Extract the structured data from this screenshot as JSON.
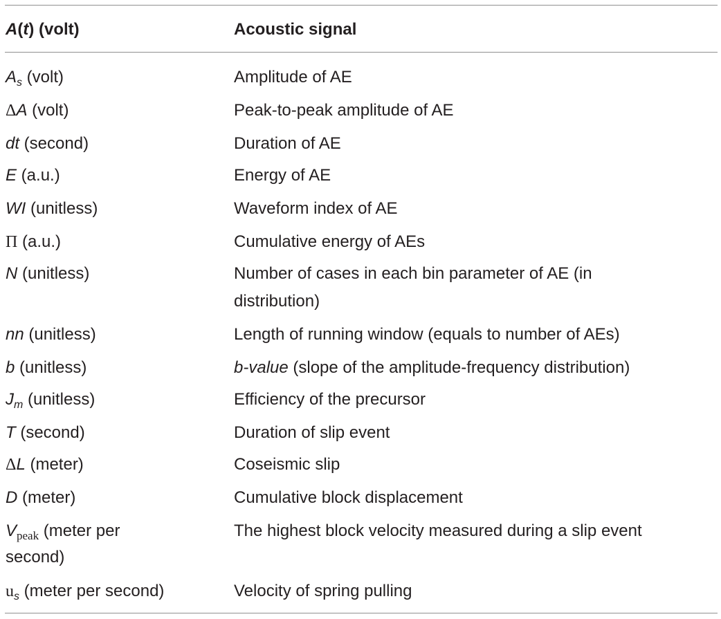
{
  "header": {
    "col1_sym": "A",
    "col1_open": "(",
    "col1_var": "t",
    "col1_rest": ") (volt)",
    "col2": "Acoustic signal"
  },
  "rows": [
    {
      "sym": "A",
      "sub": "s",
      "unit": " (volt)",
      "desc": "Amplitude of AE"
    },
    {
      "sym_up": "Δ",
      "sym": "A",
      "unit": " (volt)",
      "desc": "Peak-to-peak amplitude of AE"
    },
    {
      "sym": "dt",
      "unit": " (second)",
      "desc": "Duration of AE"
    },
    {
      "sym": "E",
      "unit": " (a.u.)",
      "desc": "Energy of AE"
    },
    {
      "sym": "WI",
      "unit": " (unitless)",
      "desc": "Waveform index of AE"
    },
    {
      "sym_up": "Π",
      "unit": " (a.u.)",
      "desc": "Cumulative energy of AEs"
    },
    {
      "sym": "N",
      "unit": " (unitless)",
      "desc_line1": "Number of cases in each bin parameter of AE (in",
      "desc_line2": "distribution)"
    },
    {
      "sym": "nn",
      "unit": " (unitless)",
      "desc": "Length of running window (equals to number of AEs)"
    },
    {
      "sym": "b",
      "unit": " (unitless)",
      "desc_it": "b-value",
      "desc": " (slope of the amplitude-frequency distribution)"
    },
    {
      "sym": "J",
      "sub": "m",
      "unit": " (unitless)",
      "desc": "Efficiency of the precursor"
    },
    {
      "sym": "T",
      "unit": " (second)",
      "desc": "Duration of slip event"
    },
    {
      "sym_up": "Δ",
      "sym": "L",
      "unit": " (meter)",
      "desc": "Coseismic slip"
    },
    {
      "sym": "D",
      "unit": " (meter)",
      "desc": "Cumulative block displacement"
    },
    {
      "sym": "V",
      "sub": "peak",
      "unit_line1": " (meter per",
      "unit_line2": "second)",
      "desc": "The highest block velocity measured during a slip event"
    },
    {
      "sym_plain": "u",
      "sub": "s",
      "unit": " (meter per second)",
      "desc": "Velocity of spring pulling"
    }
  ]
}
